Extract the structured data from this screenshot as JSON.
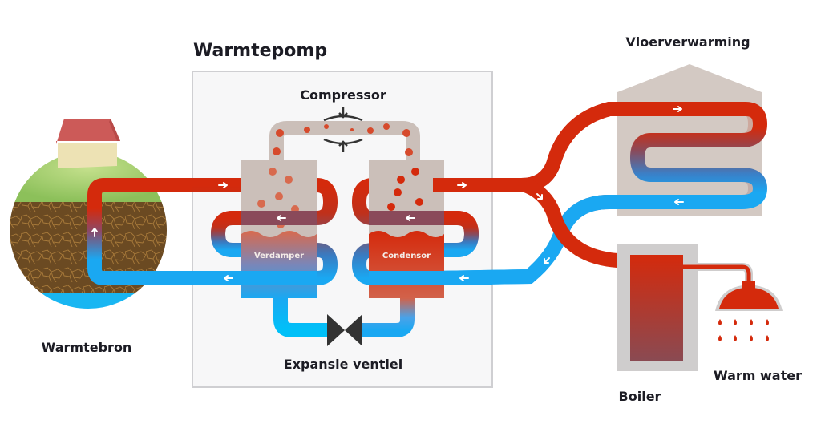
{
  "title": "Warmtepomp",
  "labels": {
    "heat_source": "Warmtebron",
    "compressor": "Compressor",
    "evaporator": "Verdamper",
    "condenser": "Condensor",
    "expansion_valve": "Expansie ventiel",
    "floor_heating": "Vloerverwarming",
    "boiler": "Boiler",
    "warm_water": "Warm water"
  },
  "colors": {
    "hot": "#d42a0c",
    "cold": "#1aa8f2",
    "mid": "#8a4a5a",
    "unit_fill": "#cbbfb9",
    "panel_bg": "#f7f7f8",
    "panel_border": "#cfcfd2",
    "grass": "#9fcc6c",
    "soil": "#6b4a22",
    "water": "#19b6f2",
    "roof": "#cc5a58",
    "house_wall": "#ede2b4",
    "valve": "#333333",
    "boiler_case": "#cfcdcd"
  }
}
